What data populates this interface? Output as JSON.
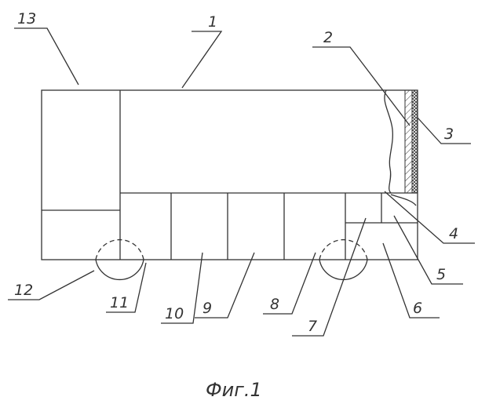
{
  "labels": {
    "l1": "1",
    "l2": "2",
    "l3": "3",
    "l4": "4",
    "l5": "5",
    "l6": "6",
    "l7": "7",
    "l8": "8",
    "l9": "9",
    "l10": "10",
    "l11": "11",
    "l12": "12",
    "l13": "13"
  },
  "caption": "Фиг.1"
}
